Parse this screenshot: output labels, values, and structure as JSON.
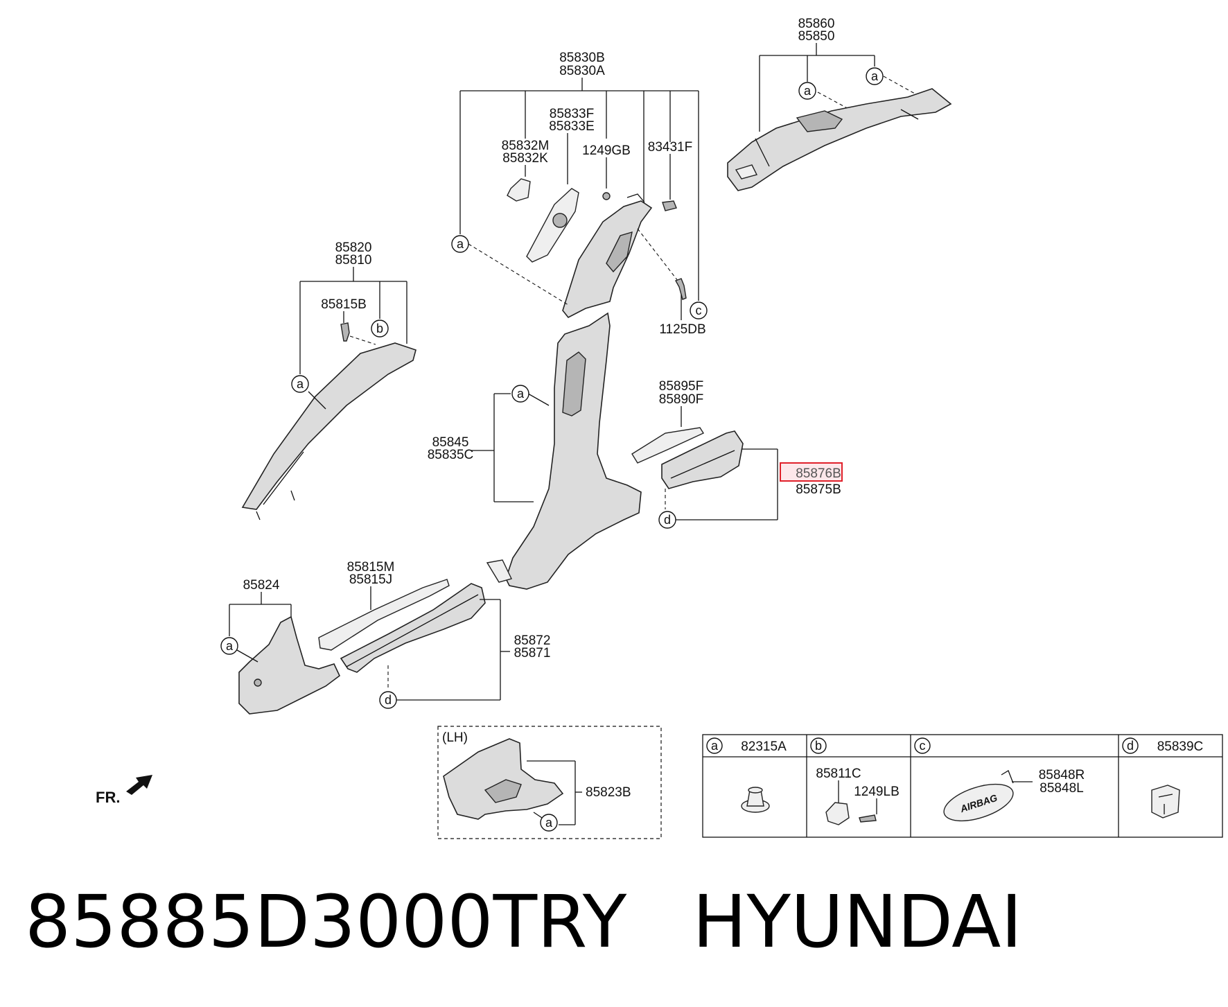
{
  "labels": {
    "p85860": "85860",
    "p85850": "85850",
    "p85830B": "85830B",
    "p85830A": "85830A",
    "p85833F": "85833F",
    "p85833E": "85833E",
    "p85832M": "85832M",
    "p85832K": "85832K",
    "p1249GB": "1249GB",
    "p83431F": "83431F",
    "p1125DB": "1125DB",
    "p85820": "85820",
    "p85810": "85810",
    "p85815B": "85815B",
    "p85845": "85845",
    "p85835C": "85835C",
    "p85895F": "85895F",
    "p85890F": "85890F",
    "p85876B": "85876B",
    "p85875B": "85875B",
    "p85824": "85824",
    "p85815M": "85815M",
    "p85815J": "85815J",
    "p85872": "85872",
    "p85871": "85871",
    "p85823B": "85823B",
    "lh": "(LH)",
    "fr": "FR."
  },
  "callout_letters": {
    "a": "a",
    "b": "b",
    "c": "c",
    "d": "d"
  },
  "legend": {
    "a_part": "82315A",
    "b_part1": "85811C",
    "b_part2": "1249LB",
    "c_part1": "85848R",
    "c_part2": "85848L",
    "c_text": "AIRBAG",
    "d_part": "85839C"
  },
  "caption": {
    "part_number": "85885D3000TRY",
    "brand": "HYUNDAI"
  },
  "highlight_color": "#e0202a"
}
